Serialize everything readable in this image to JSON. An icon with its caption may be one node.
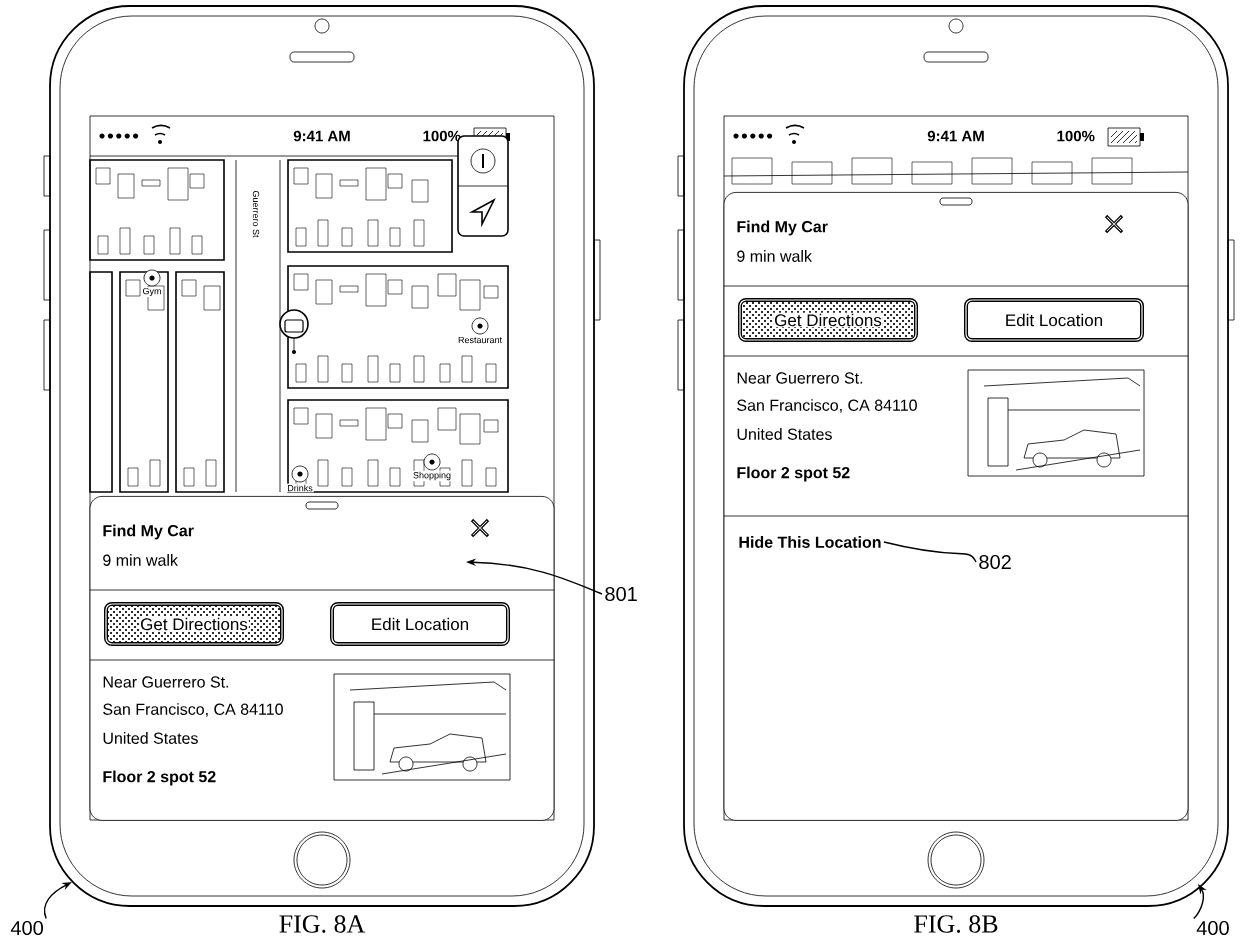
{
  "diagram": {
    "nodes": [
      {
        "text": [],
        "shape": "phone"
      },
      {
        "text": [
          "Find My Car",
          "9 min walk",
          "Near Guerrero St.",
          "San Francisco, CA 84110",
          "United States",
          "Floor 2 spot 52"
        ],
        "in": 0
      },
      {
        "text": [
          "Get Directions"
        ],
        "in": 1
      },
      {
        "text": [
          "Edit Location"
        ],
        "in": 1
      },
      {
        "text": [
          "801"
        ]
      },
      {
        "text": [
          "400"
        ]
      },
      {
        "text": [],
        "shape": "phone"
      },
      {
        "text": [
          "Find My Car",
          "9 min walk",
          "Near Guerrero St.",
          "San Francisco, CA 84110",
          "United States",
          "Floor 2 spot 52"
        ],
        "in": 6
      },
      {
        "text": [
          "Get Directions"
        ],
        "in": 7
      },
      {
        "text": [
          "Edit Location"
        ],
        "in": 7
      },
      {
        "text": [
          "Hide This Location"
        ],
        "in": 7
      },
      {
        "text": [
          "802"
        ],
        "in": 7
      },
      {
        "text": [
          "400"
        ]
      }
    ],
    "edges": [
      {
        "from": 4,
        "to": 1,
        "arrow": "to"
      },
      {
        "from": 5,
        "to": 0,
        "arrow": "to"
      },
      {
        "from": 11,
        "to": 10,
        "arrow": "none"
      },
      {
        "from": 12,
        "to": 6,
        "arrow": "to"
      }
    ],
    "labels": [
      "9:41 AM",
      "100%",
      "Guerrero St",
      "Gym",
      "Restaurant",
      "Drinks",
      "Shopping",
      "FIG. 8A",
      "9:41 AM",
      "100%",
      "FIG. 8B"
    ]
  }
}
